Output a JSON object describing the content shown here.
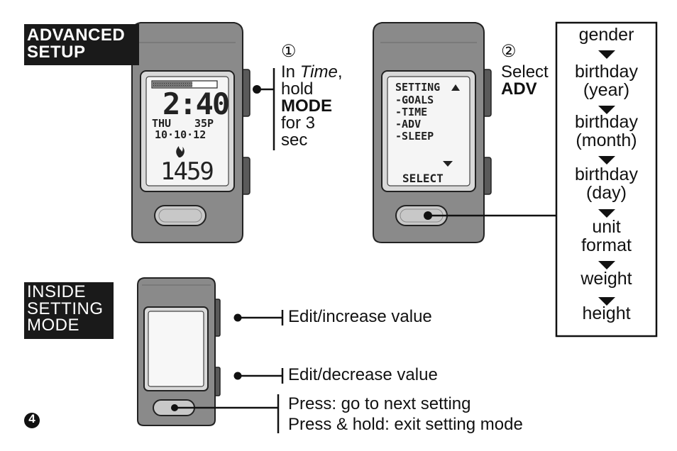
{
  "advanced_setup": {
    "title_line1": "ADVANCED",
    "title_line2": "SETUP"
  },
  "step1": {
    "number": "①",
    "line1_prefix": "In ",
    "line1_italic": "Time",
    "line1_suffix": ",",
    "line2": "hold",
    "line3_bold": "MODE",
    "line4": "for 3",
    "line5": "sec"
  },
  "device1_screen": {
    "time": "2:40",
    "day": "THU",
    "battery_or_temp": "35P",
    "date": "10·10·12",
    "steps": "1459"
  },
  "step2": {
    "number": "②",
    "line1": "Select",
    "line2_bold": "ADV"
  },
  "device2_screen": {
    "menu_title": "SETTING",
    "menu_items": [
      "-GOALS",
      "-TIME",
      "-ADV",
      "-SLEEP"
    ],
    "bottom": "SELECT"
  },
  "flow": {
    "items": [
      [
        "gender"
      ],
      [
        "birthday",
        "(year)"
      ],
      [
        "birthday",
        "(month)"
      ],
      [
        "birthday",
        "(day)"
      ],
      [
        "unit",
        "format"
      ],
      [
        "weight"
      ],
      [
        "height"
      ]
    ]
  },
  "inside_setting": {
    "line1": "INSIDE",
    "line2": "SETTING",
    "line3": "MODE"
  },
  "button_labels": {
    "top": "Edit/increase value",
    "bottom": "Edit/decrease value",
    "front_line1": "Press: go to next setting",
    "front_line2": "Press & hold: exit setting mode"
  },
  "page_marker": "4"
}
